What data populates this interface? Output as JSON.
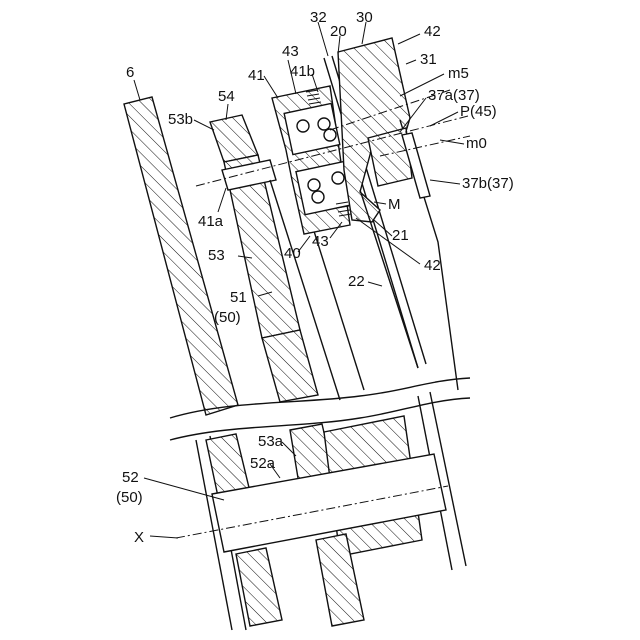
{
  "labels": {
    "l6": "6",
    "l53b": "53b",
    "l54": "54",
    "l43a": "43",
    "l41": "41",
    "l41b": "41b",
    "l32": "32",
    "l20": "20",
    "l30": "30",
    "l42a": "42",
    "l31": "31",
    "lm5": "m5",
    "l37a": "37a(37)",
    "lP": "P(45)",
    "lm0": "m0",
    "l37b": "37b(37)",
    "l41a": "41a",
    "lM": "M",
    "l21": "21",
    "l43b": "43",
    "l40": "40",
    "l53": "53",
    "l42b": "42",
    "l22": "22",
    "l51": "51",
    "l50a": "(50)",
    "l53a": "53a",
    "l52a": "52a",
    "l52": "52",
    "l50b": "(50)",
    "lX": "X"
  }
}
